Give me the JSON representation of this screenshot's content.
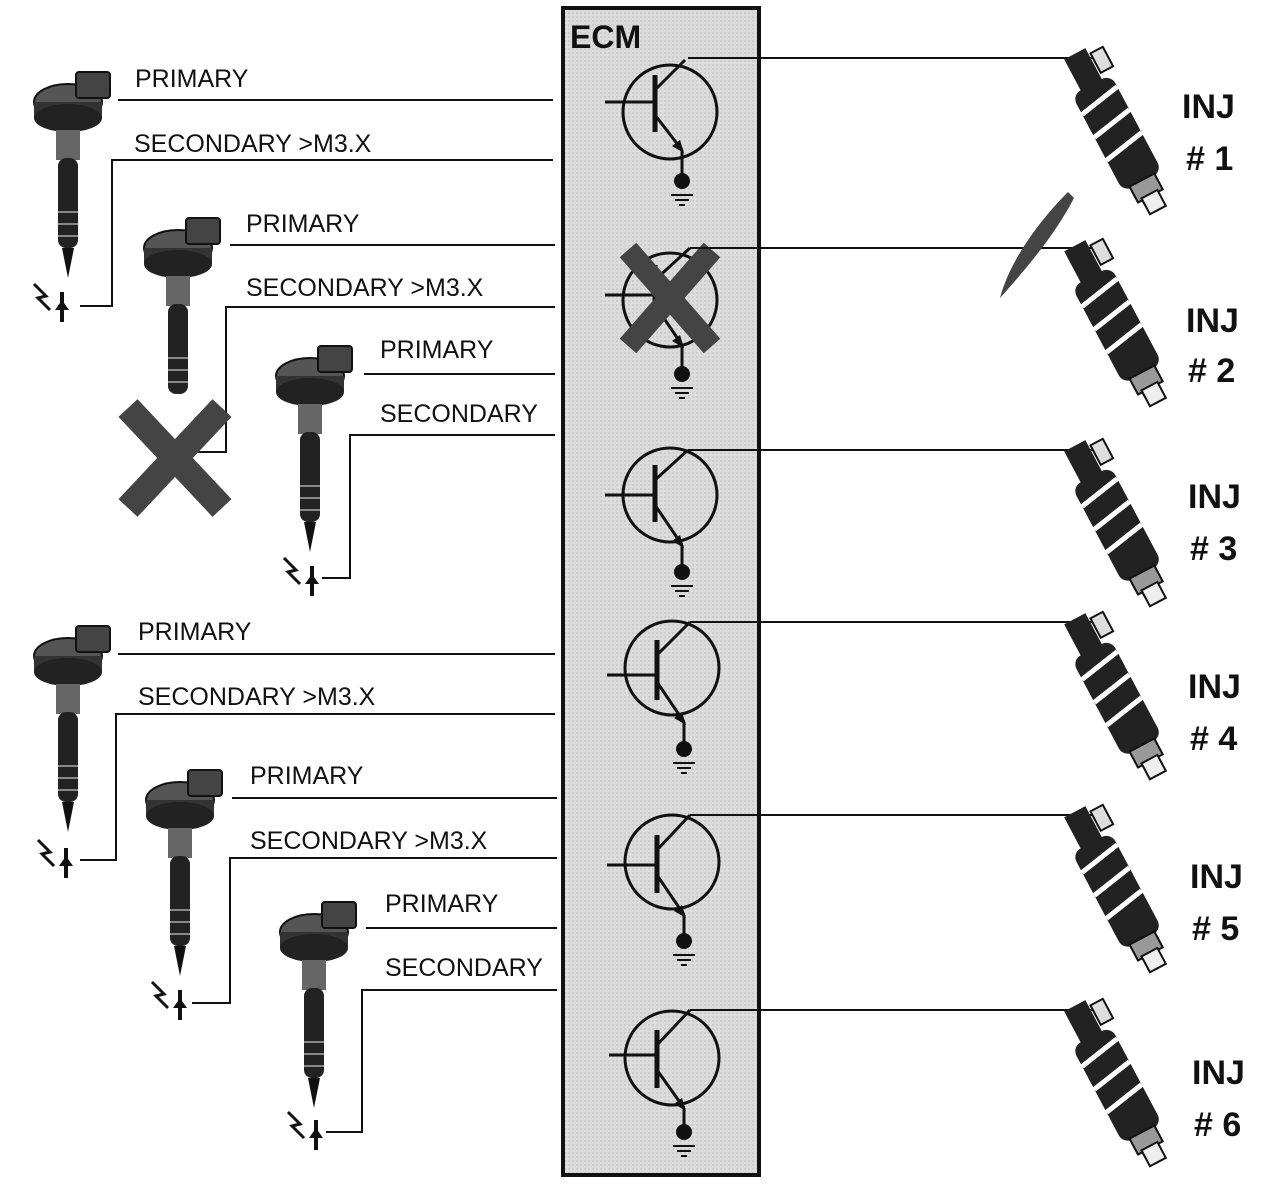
{
  "ecm": {
    "title": "ECM"
  },
  "coils": [
    {
      "primary": "PRIMARY",
      "secondary": "SECONDARY >M3.X",
      "failed": false
    },
    {
      "primary": "PRIMARY",
      "secondary": "SECONDARY >M3.X",
      "failed": true
    },
    {
      "primary": "PRIMARY",
      "secondary": "SECONDARY",
      "failed": false
    },
    {
      "primary": "PRIMARY",
      "secondary": "SECONDARY >M3.X",
      "failed": false
    },
    {
      "primary": "PRIMARY",
      "secondary": "SECONDARY >M3.X",
      "failed": false
    },
    {
      "primary": "PRIMARY",
      "secondary": "SECONDARY",
      "failed": false
    }
  ],
  "drivers": [
    {
      "failed": false
    },
    {
      "failed": true
    },
    {
      "failed": false
    },
    {
      "failed": false
    },
    {
      "failed": false
    },
    {
      "failed": false
    }
  ],
  "injectors": [
    {
      "label": "INJ",
      "number": "# 1",
      "spraying": true
    },
    {
      "label": "INJ",
      "number": "# 2",
      "spraying": false
    },
    {
      "label": "INJ",
      "number": "# 3",
      "spraying": false
    },
    {
      "label": "INJ",
      "number": "# 4",
      "spraying": false
    },
    {
      "label": "INJ",
      "number": "# 5",
      "spraying": false
    },
    {
      "label": "INJ",
      "number": "# 6",
      "spraying": false
    }
  ],
  "colors": {
    "ecm_fill": "#d9d9d9",
    "line": "#111111",
    "failure_x": "#444444"
  }
}
